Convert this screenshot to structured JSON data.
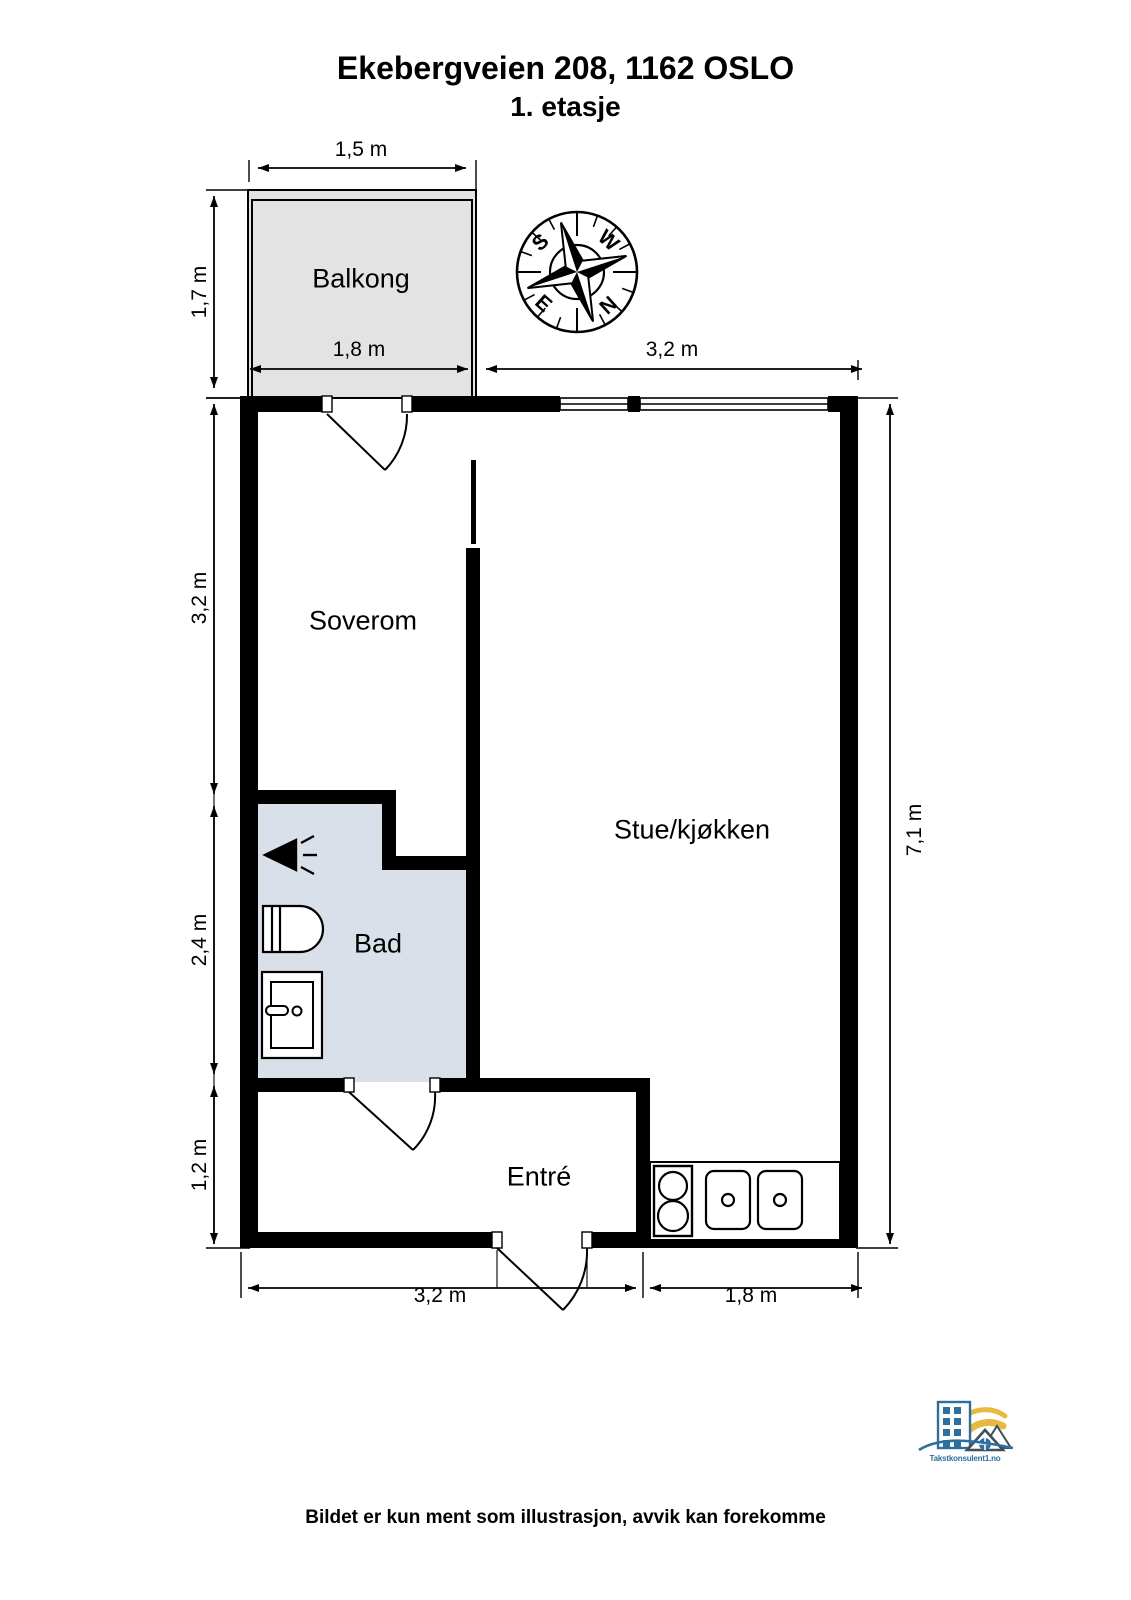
{
  "header": {
    "title": "Ekebergveien 208, 1162 OSLO",
    "subtitle": "1. etasje"
  },
  "footer": {
    "caption": "Bildet er kun ment som illustrasjon, avvik kan forekomme"
  },
  "logo": {
    "name": "takstkonsulent-logo",
    "caption": "Takstkonsulent1.no",
    "building_color": "#2e6f9e",
    "sun_color": "#e8b93f",
    "mountain_color": "#3f4f5c"
  },
  "compass": {
    "name": "compass-rose",
    "labels": {
      "upper_left": "S",
      "upper_right": "W",
      "lower_left": "E",
      "lower_right": "N"
    }
  },
  "rooms": [
    {
      "id": "balkong",
      "label": "Balkong",
      "fill": "#e3e3e3"
    },
    {
      "id": "soverom",
      "label": "Soverom",
      "fill": "#ffffff"
    },
    {
      "id": "stue-kjokken",
      "label": "Stue/kjøkken",
      "fill": "#ffffff"
    },
    {
      "id": "bad",
      "label": "Bad",
      "fill": "#dae0ea"
    },
    {
      "id": "entre",
      "label": "Entré",
      "fill": "#ffffff"
    }
  ],
  "dimensions": {
    "balcony_top": "1,5 m",
    "balcony_left": "1,7 m",
    "balcony_bottom": "1,8 m",
    "top_right": "3,2 m",
    "left_upper": "3,2 m",
    "left_middle": "2,4 m",
    "left_lower": "1,2 m",
    "right_total": "7,1 m",
    "bottom_left": "3,2 m",
    "bottom_right": "1,8 m"
  },
  "fixtures": [
    {
      "id": "shower-head",
      "room": "bad"
    },
    {
      "id": "toilet",
      "room": "bad"
    },
    {
      "id": "sink-basin",
      "room": "bad"
    },
    {
      "id": "cooktop",
      "room": "stue-kjokken"
    },
    {
      "id": "kitchen-sink-left",
      "room": "stue-kjokken"
    },
    {
      "id": "kitchen-sink-right",
      "room": "stue-kjokken"
    }
  ],
  "openings": [
    {
      "id": "balcony-door",
      "type": "door"
    },
    {
      "id": "living-window",
      "type": "window"
    },
    {
      "id": "bathroom-door",
      "type": "door"
    },
    {
      "id": "entrance-door",
      "type": "door"
    }
  ],
  "colors": {
    "wall": "#000000",
    "balcony_fill": "#e3e3e3",
    "bath_fill": "#dae0ea",
    "room_fill": "#ffffff",
    "line": "#000000"
  }
}
